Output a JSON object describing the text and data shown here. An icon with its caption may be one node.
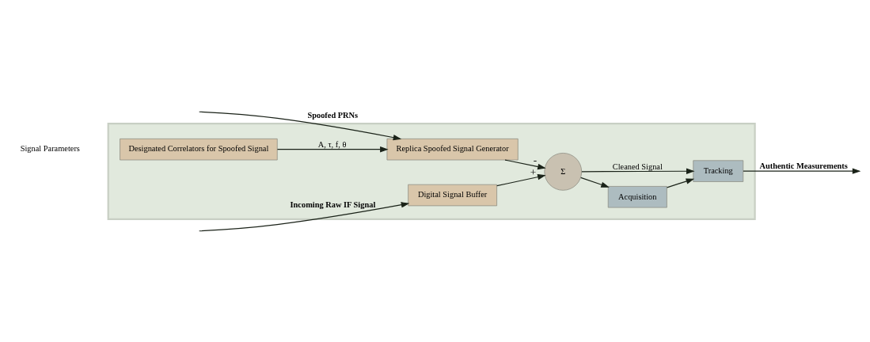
{
  "diagram": {
    "nodes": [
      {
        "text": [],
        "shape": "box"
      },
      {
        "text": [
          "Designated Correlators for Spoofed Signal"
        ],
        "in": 0
      },
      {
        "text": [
          "Replica Spoofed Signal Generator"
        ],
        "in": 0
      },
      {
        "text": [
          "Digital Signal Buffer"
        ],
        "in": 0
      },
      {
        "text": [
          "Σ"
        ],
        "in": 0
      },
      {
        "text": [
          "Acquisition"
        ],
        "in": 0
      },
      {
        "text": [
          "Tracking"
        ],
        "in": 0
      }
    ],
    "edges": [
      {
        "from": null,
        "to": 2,
        "arrow": "to",
        "label": "Spoofed PRNs"
      },
      {
        "from": null,
        "to": 3,
        "arrow": "to",
        "label": "Incoming Raw IF Signal"
      },
      {
        "from": 1,
        "to": 2,
        "arrow": "to",
        "label": "A, τ, f, θ"
      },
      {
        "from": 2,
        "to": 4,
        "arrow": "to",
        "label": "-"
      },
      {
        "from": 3,
        "to": 4,
        "arrow": "to",
        "label": "+"
      },
      {
        "from": 4,
        "to": 5,
        "arrow": "to"
      },
      {
        "from": 4,
        "to": 6,
        "arrow": "to",
        "label": "Cleaned Signal"
      },
      {
        "from": 5,
        "to": 6,
        "arrow": "to"
      },
      {
        "from": 6,
        "to": null,
        "arrow": "to",
        "label": "Authentic Measurements"
      }
    ],
    "labels": [
      "Signal Parameters"
    ]
  }
}
